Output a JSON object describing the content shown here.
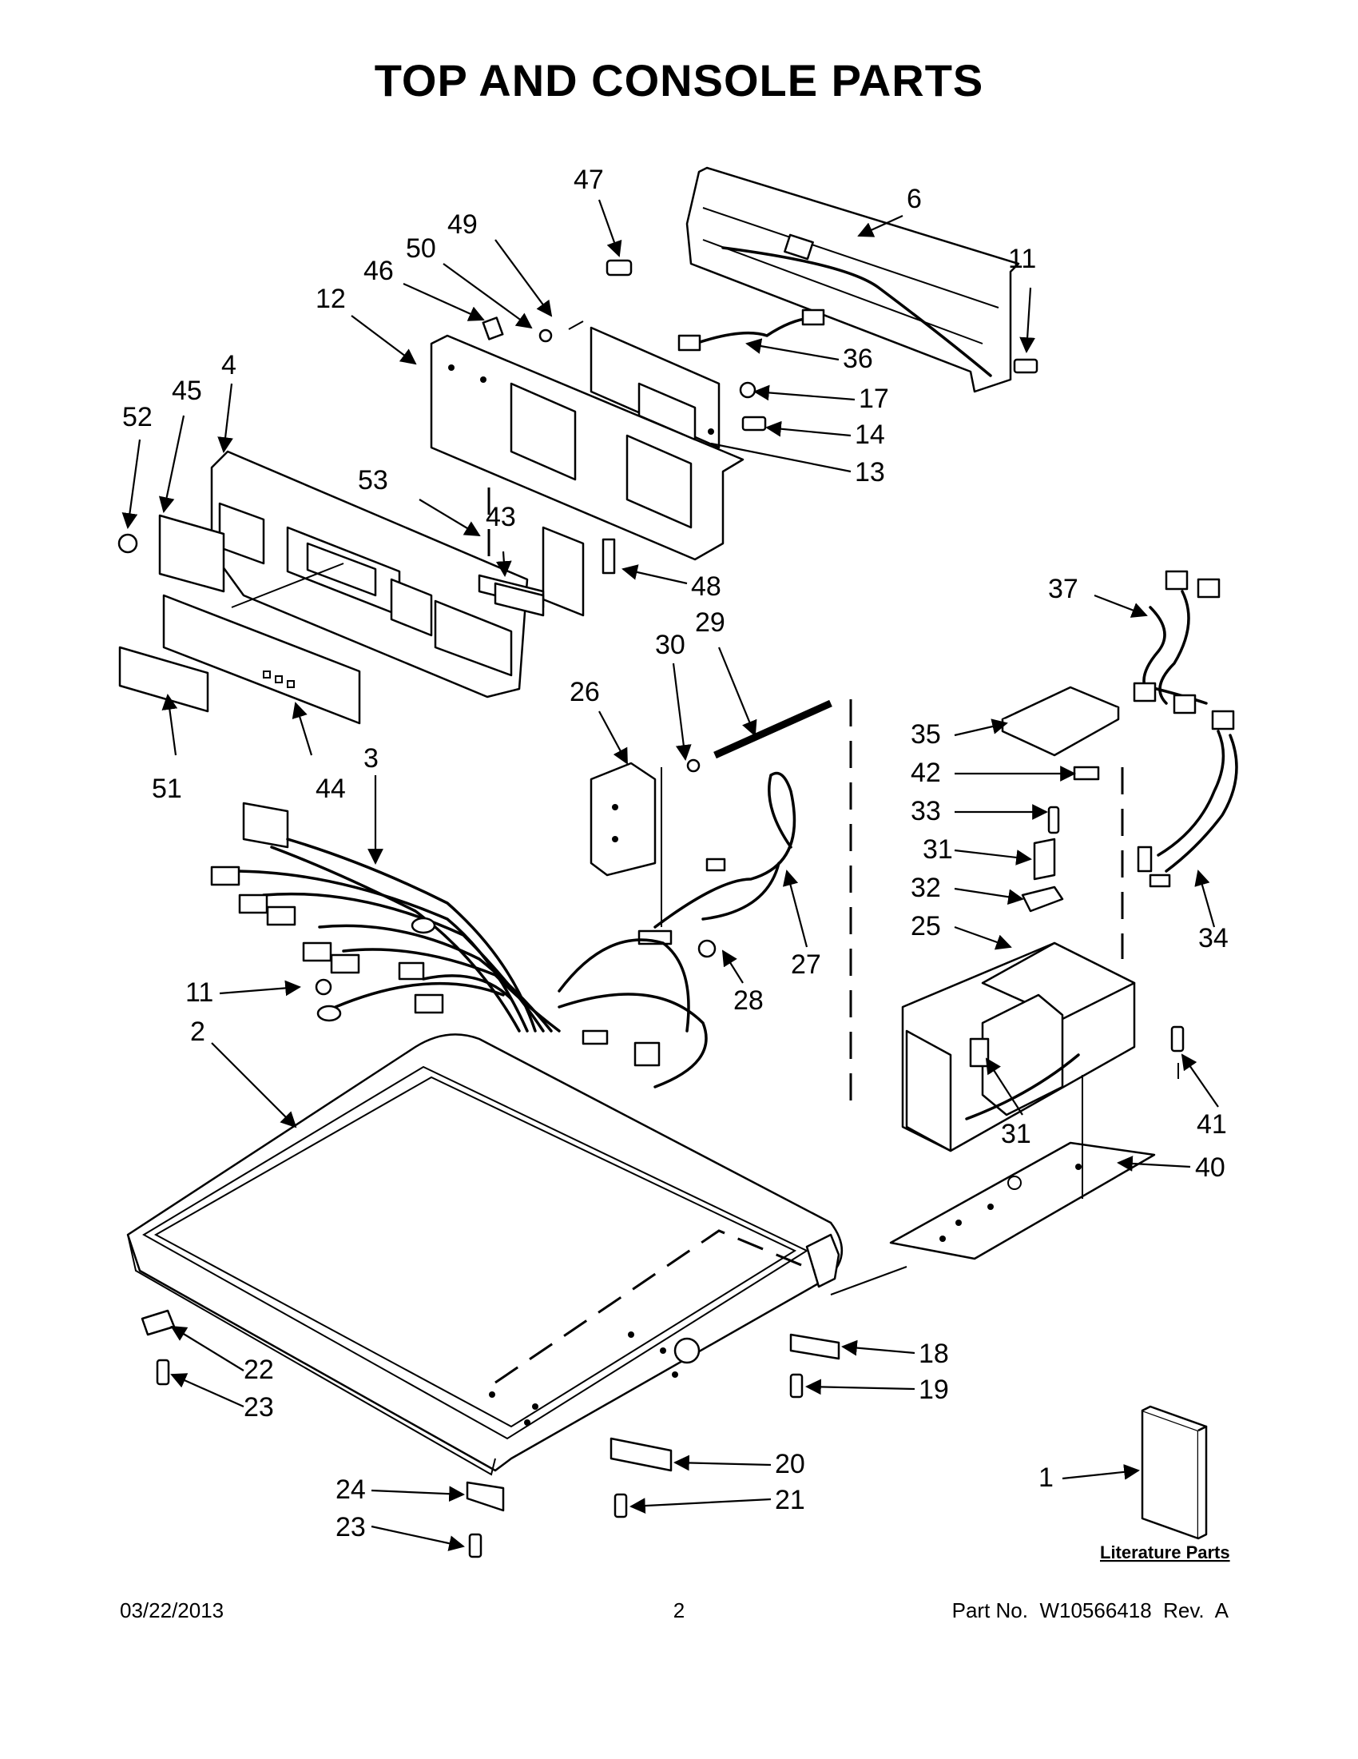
{
  "page": {
    "title": "TOP AND CONSOLE PARTS",
    "literature_label": "Literature Parts",
    "footer": {
      "date": "03/22/2013",
      "page_number": "2",
      "part_number": "Part No.  W10566418  Rev.  A"
    }
  },
  "callouts": [
    "47",
    "6",
    "11",
    "49",
    "50",
    "46",
    "12",
    "36",
    "17",
    "14",
    "13",
    "4",
    "45",
    "52",
    "53",
    "43",
    "48",
    "30",
    "29",
    "26",
    "51",
    "44",
    "3",
    "37",
    "35",
    "42",
    "33",
    "31",
    "32",
    "25",
    "34",
    "28",
    "27",
    "11",
    "2",
    "41",
    "31",
    "40",
    "18",
    "19",
    "22",
    "23",
    "20",
    "21",
    "24",
    "23",
    "1"
  ]
}
